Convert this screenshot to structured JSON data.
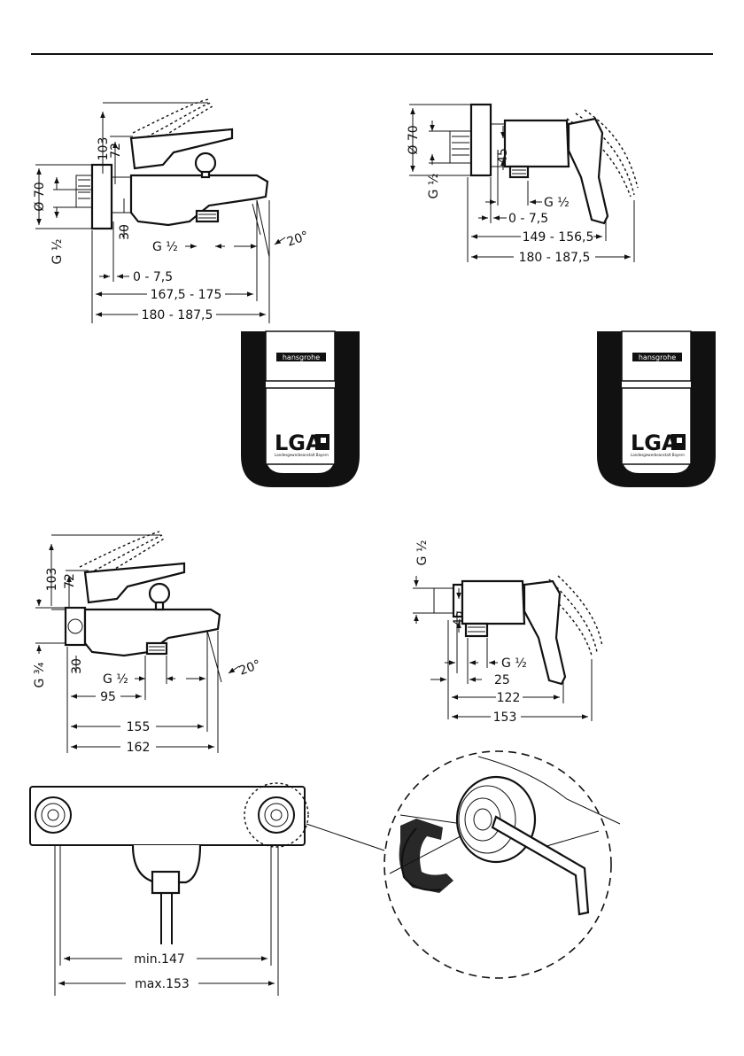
{
  "fig1": {
    "h103": "103",
    "h72": "72",
    "d70": "Ø 70",
    "g12": "G ½",
    "h30": "30",
    "bottom_g": "G ½",
    "angle": "20°",
    "offset": "0 - 7,5",
    "w1": "167,5 - 175",
    "w2": "180 - 187,5"
  },
  "fig2": {
    "d70": "Ø 70",
    "g12": "G ½",
    "h45": "45",
    "g_side": "G ½",
    "offset": "0 - 7,5",
    "w1": "149 - 156,5",
    "w2": "180 - 187,5"
  },
  "badge": {
    "brand": "hansgrohe",
    "cert": "LGA",
    "cert_sub": "Landesgewerbeanstalt Bayern"
  },
  "fig3": {
    "h103": "103",
    "h72": "72",
    "g34": "G ¾",
    "h30": "30",
    "bottom_g": "G ½",
    "angle": "20°",
    "w95": "95",
    "w155": "155",
    "w162": "162"
  },
  "fig4": {
    "g_top": "G ½",
    "h45": "45",
    "g_side": "G ½",
    "w25": "25",
    "w122": "122",
    "w153": "153"
  },
  "fig5": {
    "min": "min.147",
    "max": "max.153"
  }
}
